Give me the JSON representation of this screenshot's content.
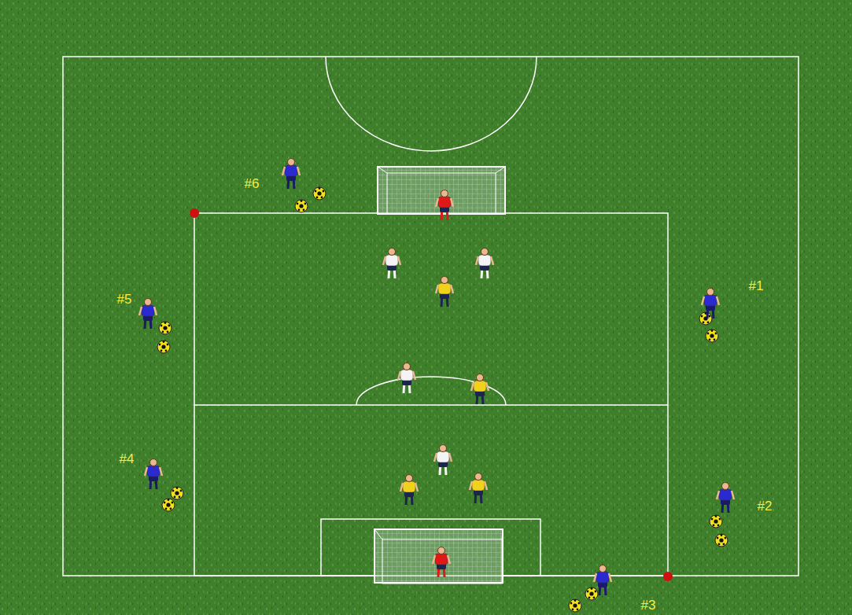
{
  "diagram": {
    "labels": [
      "#6",
      "#5",
      "#1",
      "#4",
      "#2",
      "#3"
    ]
  }
}
